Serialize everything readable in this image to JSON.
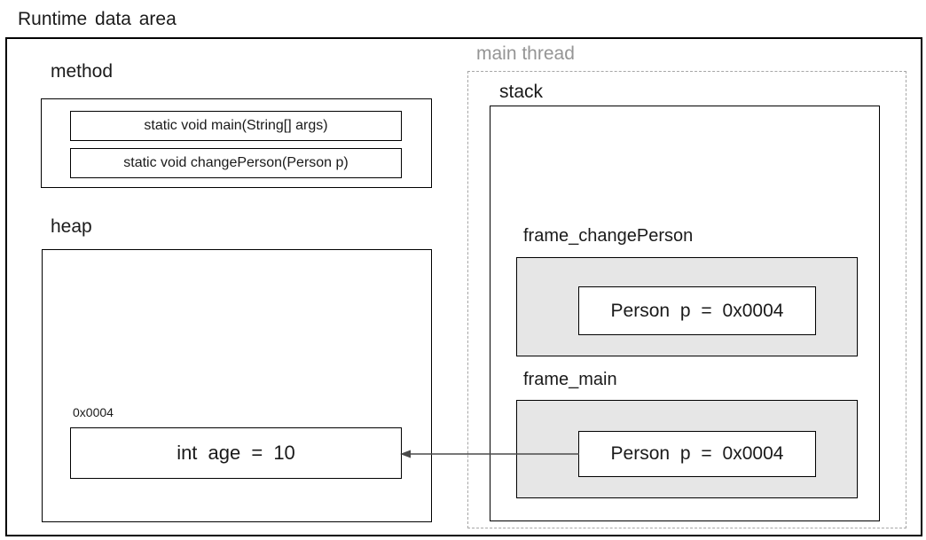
{
  "title": "Runtime data area",
  "method": {
    "label": "method",
    "items": [
      "static void main(String[] args)",
      "static void changePerson(Person p)"
    ]
  },
  "heap": {
    "label": "heap",
    "object": {
      "address": "0x0004",
      "value": "int age = 10"
    }
  },
  "thread": {
    "label": "main thread",
    "stack": {
      "label": "stack",
      "frames": [
        {
          "name": "frame_changePerson",
          "variable": "Person p = 0x0004"
        },
        {
          "name": "frame_main",
          "variable": "Person p = 0x0004"
        }
      ]
    }
  },
  "arrow": {
    "from": "frame_main Person p",
    "to": "heap object 0x0004"
  },
  "colors": {
    "background": "#ffffff",
    "border": "#000000",
    "frame_fill": "#e6e6e6",
    "dashed_border": "#a6a6a6",
    "thread_label": "#959595",
    "arrow": "#4a4a4a",
    "text": "#1a1a1a"
  }
}
